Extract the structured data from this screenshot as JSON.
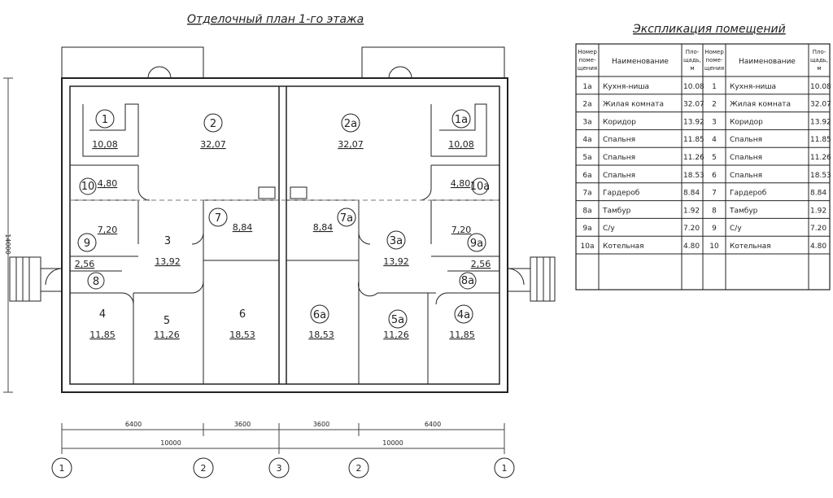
{
  "plan_title": "Отделочный план 1-го этажа",
  "table_title": "Экспликация помещений",
  "table": {
    "headers": {
      "num_line1": "Номер",
      "num_line2": "поме-",
      "num_line3": "щения",
      "name": "Наименование",
      "area_line1": "Пло-",
      "area_line2": "щадь,",
      "area_line3": "м"
    },
    "rows": [
      {
        "n1": "1а",
        "name1": "Кухня-ниша",
        "a1": "10.08",
        "n2": "1",
        "name2": "Кухня-ниша",
        "a2": "10.08"
      },
      {
        "n1": "2а",
        "name1": "Жилая комната",
        "a1": "32.07",
        "n2": "2",
        "name2": "Жилая комната",
        "a2": "32.07"
      },
      {
        "n1": "3а",
        "name1": "Коридор",
        "a1": "13.92",
        "n2": "3",
        "name2": "Коридор",
        "a2": "13.92"
      },
      {
        "n1": "4а",
        "name1": "Спальня",
        "a1": "11.85",
        "n2": "4",
        "name2": "Спальня",
        "a2": "11.85"
      },
      {
        "n1": "5а",
        "name1": "Спальня",
        "a1": "11.26",
        "n2": "5",
        "name2": "Спальня",
        "a2": "11.26"
      },
      {
        "n1": "6а",
        "name1": "Спальня",
        "a1": "18.53",
        "n2": "6",
        "name2": "Спальня",
        "a2": "18.53"
      },
      {
        "n1": "7а",
        "name1": "Гардероб",
        "a1": "8.84",
        "n2": "7",
        "name2": "Гардероб",
        "a2": "8.84"
      },
      {
        "n1": "8а",
        "name1": "Тамбур",
        "a1": "1.92",
        "n2": "8",
        "name2": "Тамбур",
        "a2": "1.92"
      },
      {
        "n1": "9а",
        "name1": "С/у",
        "a1": "7.20",
        "n2": "9",
        "name2": "С/у",
        "a2": "7.20"
      },
      {
        "n1": "10а",
        "name1": "Котельная",
        "a1": "4.80",
        "n2": "10",
        "name2": "Котельная",
        "a2": "4.80"
      }
    ]
  },
  "rooms": [
    {
      "id": "1",
      "area": "10,08",
      "circled": true
    },
    {
      "id": "2",
      "area": "32,07",
      "circled": true
    },
    {
      "id": "3",
      "area": "13,92",
      "circled": false
    },
    {
      "id": "4",
      "area": "11,85",
      "circled": false
    },
    {
      "id": "5",
      "area": "11,26",
      "circled": false
    },
    {
      "id": "6",
      "area": "18,53",
      "circled": false
    },
    {
      "id": "7",
      "area": "8,84",
      "circled": true
    },
    {
      "id": "8",
      "area": "",
      "circled": true
    },
    {
      "id": "9",
      "area": "7,20",
      "circled": true
    },
    {
      "id": "10",
      "area": "4,80",
      "circled": true
    },
    {
      "id": "8",
      "area": "2,56",
      "circled": false
    },
    {
      "id": "1а",
      "area": "10,08",
      "circled": true
    },
    {
      "id": "2а",
      "area": "32,07",
      "circled": true
    },
    {
      "id": "3а",
      "area": "13,92",
      "circled": true
    },
    {
      "id": "4а",
      "area": "11,85",
      "circled": true
    },
    {
      "id": "5а",
      "area": "11,26",
      "circled": true
    },
    {
      "id": "6а",
      "area": "18,53",
      "circled": true
    },
    {
      "id": "7а",
      "area": "8,84",
      "circled": true
    },
    {
      "id": "8а",
      "area": "2,56",
      "circled": true
    },
    {
      "id": "9а",
      "area": "7,20",
      "circled": true
    },
    {
      "id": "10а",
      "area": "4,80",
      "circled": true
    }
  ],
  "dimensions": {
    "segments": [
      "6400",
      "3600",
      "3600",
      "6400"
    ],
    "totals": [
      "10000",
      "10000"
    ],
    "vertical": "14000"
  },
  "axes": [
    "1",
    "2",
    "3",
    "2",
    "1"
  ]
}
